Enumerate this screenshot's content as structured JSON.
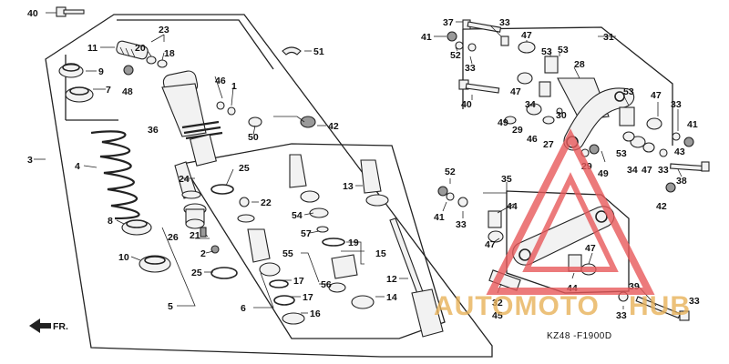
{
  "diagram": {
    "code": "KZ48 -F1900D",
    "front_label": "FR.",
    "callouts": {
      "c1": "1",
      "c2": "2",
      "c3": "3",
      "c4": "4",
      "c5": "5",
      "c6": "6",
      "c7": "7",
      "c8": "8",
      "c9": "9",
      "c10": "10",
      "c11": "11",
      "c12": "12",
      "c13": "13",
      "c14": "14",
      "c15": "15",
      "c16": "16",
      "c17a": "17",
      "c17b": "17",
      "c18": "18",
      "c19": "19",
      "c20": "20",
      "c21": "21",
      "c22": "22",
      "c23": "23",
      "c24": "24",
      "c25a": "25",
      "c25b": "25",
      "c26": "26",
      "c27": "27",
      "c28": "28",
      "c29a": "29",
      "c29b": "29",
      "c30": "30",
      "c31": "31",
      "c32": "32",
      "c33a": "33",
      "c33b": "33",
      "c33c": "33",
      "c33d": "33",
      "c33e": "33",
      "c33f": "33",
      "c33g": "33",
      "c34a": "34",
      "c34b": "34",
      "c35": "35",
      "c36": "36",
      "c37": "37",
      "c38": "38",
      "c39": "39",
      "c40a": "40",
      "c40b": "40",
      "c41a": "41",
      "c41b": "41",
      "c41c": "41",
      "c42a": "42",
      "c42b": "42",
      "c43": "43",
      "c44a": "44",
      "c44b": "44",
      "c45": "45",
      "c46a": "46",
      "c46b": "46",
      "c47a": "47",
      "c47b": "47",
      "c47c": "47",
      "c47d": "47",
      "c47e": "47",
      "c47f": "47",
      "c48": "48",
      "c49a": "49",
      "c49b": "49",
      "c50": "50",
      "c51": "51",
      "c52a": "52",
      "c52b": "52",
      "c53a": "53",
      "c53b": "53",
      "c53c": "53",
      "c53d": "53",
      "c54": "54",
      "c55": "55",
      "c56": "56",
      "c57": "57"
    }
  },
  "watermark": {
    "part1": "AUTOMOTO",
    "part2": "HUB",
    "color_red": "#e8595b",
    "color_gold": "#e8b25a"
  }
}
